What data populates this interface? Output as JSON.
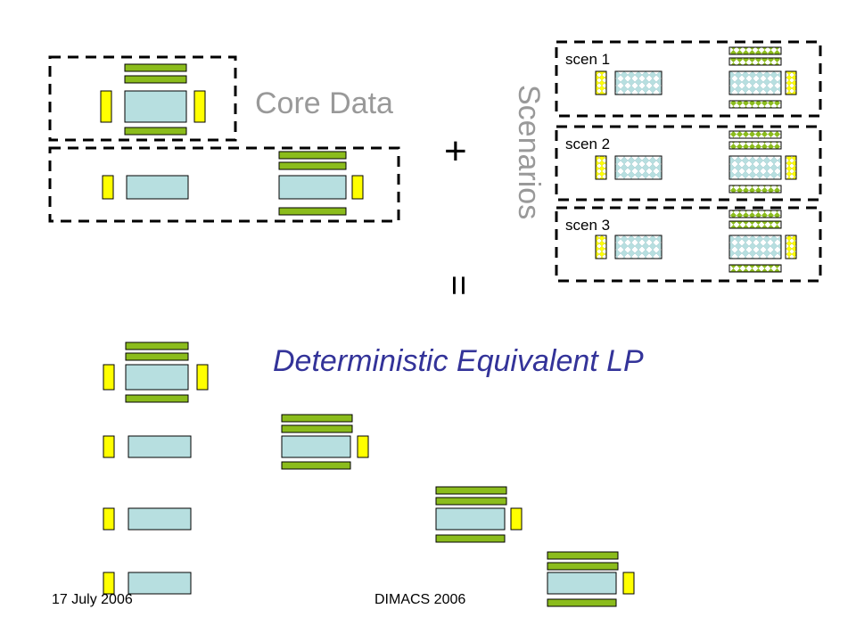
{
  "labels": {
    "core_data": "Core Data",
    "scenarios": "Scenarios",
    "plus": "+",
    "equals": "=",
    "det_equiv": "Deterministic Equivalent LP",
    "scen1": "scen 1",
    "scen2": "scen 2",
    "scen3": "scen 3"
  },
  "footer": {
    "date": "17 July 2006",
    "event": "DIMACS 2006"
  },
  "colors": {
    "matrix": "#b7dfe0",
    "green_bar": "#8bbc1c",
    "yellow_bar": "#ffff00",
    "outline": "#000000",
    "title_gray": "#999999",
    "lp_blue": "#333399"
  }
}
